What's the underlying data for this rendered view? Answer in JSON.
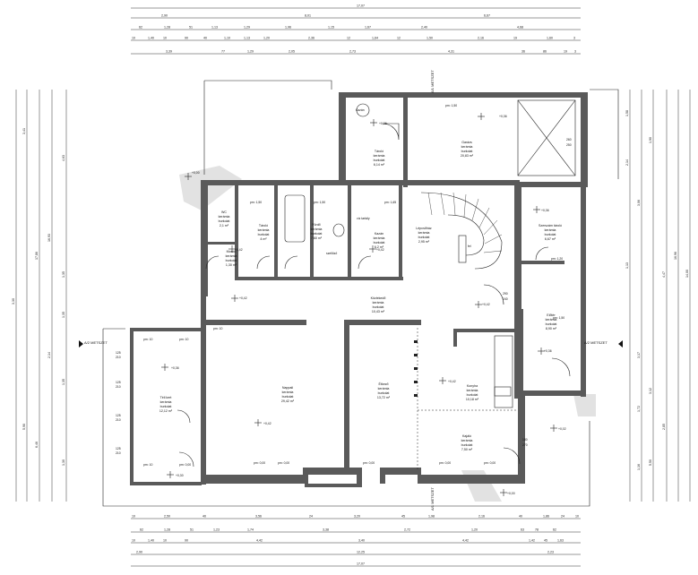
{
  "dimensions": {
    "top": [
      [
        "17,07"
      ],
      [
        "2,90",
        "8,01",
        "6,67"
      ],
      [
        "62",
        "1,28",
        "51",
        "1,13",
        "1,29",
        "1,96",
        "1,15",
        "1,67",
        "2,40",
        "4,68"
      ],
      [
        "10",
        "1,40",
        "10",
        "90",
        "40",
        "1,10",
        "1,13",
        "1,20",
        "2,36",
        "12",
        "1,64",
        "12",
        "1,50",
        "2,16",
        "19",
        "1,60",
        "3"
      ],
      [
        "3,39",
        "77",
        "1,29",
        "2,05",
        "2,73",
        "4,31",
        "36",
        "86",
        "19",
        "3"
      ]
    ],
    "bottom": [
      [
        "10",
        "2,50",
        "40",
        "3,56",
        "24",
        "3,20",
        "45",
        "1,98",
        "2,16",
        "40",
        "1,86",
        "24",
        "10"
      ],
      [
        "62",
        "1,28",
        "51",
        "1,23",
        "1,74",
        "3,38",
        "2,72",
        "1,20",
        "63",
        "78",
        "62"
      ],
      [
        "10",
        "1,40",
        "10",
        "90",
        "4,42",
        "3,40",
        "4,42",
        "1,42",
        "45",
        "1,63"
      ],
      [
        "2,90",
        "12,25",
        "2,23"
      ],
      [
        "17,07"
      ]
    ],
    "left": [
      "3,30",
      "3,41",
      "5,90",
      "17,86",
      "6,46",
      "16,93",
      "2,14",
      "4,63",
      "1,35",
      "1,35",
      "1,35",
      "1,30"
    ],
    "right": [
      "1,58",
      "2,14",
      "1,13",
      "3,06",
      "3,17",
      "1,90",
      "4,47",
      "16,96",
      "14,00",
      "2,85",
      "1,72",
      "3,12",
      "5,50",
      "1,16"
    ]
  },
  "section_markers": {
    "top": "A/1 METSZET",
    "bottom": "A/1 METSZET",
    "left": "A/2 METSZET",
    "right": "A/2 METSZET"
  },
  "rooms": [
    {
      "name": "Tároló",
      "floor": "kerámia",
      "finish": "burkolat",
      "area": "6,14 m²"
    },
    {
      "name": "Garázs",
      "floor": "kerámia",
      "finish": "burkolat",
      "area": "20,83 m²"
    },
    {
      "name": "WC",
      "floor": "kerámia",
      "finish": "burkolat",
      "area": "2,1 m²"
    },
    {
      "name": "Tároló",
      "floor": "kerámia",
      "finish": "burkolat",
      "area": "4 m²"
    },
    {
      "name": "Fürdő",
      "floor": "kerámia",
      "finish": "burkolat",
      "area": "7,60 m²"
    },
    {
      "name": "Kazán",
      "floor": "kerámia",
      "finish": "burkolat",
      "area": "6,2 m²"
    },
    {
      "name": "Lépcsőház",
      "floor": "kerámia",
      "finish": "burkolat",
      "area": "2,95 m²"
    },
    {
      "name": "Szerszám tároló",
      "floor": "kerámia",
      "finish": "burkolat",
      "area": "6,67 m²"
    },
    {
      "name": "Mosdó",
      "floor": "kerámia",
      "finish": "burkolat",
      "area": "1,30 m²"
    },
    {
      "name": "Közlekedő",
      "floor": "kerámia",
      "finish": "burkolat",
      "area": "10,43 m²"
    },
    {
      "name": "Előtér",
      "floor": "kerámia",
      "finish": "burkolat",
      "area": "8,90 m²"
    },
    {
      "name": "Téli kert",
      "floor": "kerámia",
      "finish": "burkolat",
      "area": "12,12 m²"
    },
    {
      "name": "Nappali",
      "floor": "kerámia",
      "finish": "burkolat",
      "area": "29,42 m²"
    },
    {
      "name": "Étkező",
      "floor": "kerámia",
      "finish": "burkolat",
      "area": "13,72 m²"
    },
    {
      "name": "Konyha",
      "floor": "kerámia",
      "finish": "burkolat",
      "area": "10,18 m²"
    },
    {
      "name": "Kajáló",
      "floor": "kerámia",
      "finish": "burkolat",
      "area": "7,50 m²"
    }
  ],
  "levels": {
    "terrace": "+0,00",
    "plus36": "+0,36",
    "plus42": "+0,42",
    "minus02": "+0,02",
    "plus30": "+0,30"
  },
  "tags": {
    "parapet_10": "pm: 10",
    "parapet_0": "pm: 0,00",
    "window_150": "pm: 1,50",
    "window_165": "pm: 1,65",
    "window_120": "pm: 1,20",
    "window_60": "pm: 0,60",
    "boiler": "Kazán",
    "water_tank": "víz tartály",
    "stair_up": "fel",
    "vent": "szellőző",
    "dims_125": "125",
    "dims_210": "210",
    "dims_260": "260",
    "dims_250": "250",
    "dims_290": "290",
    "dims_240": "240",
    "dims_180": "180",
    "dims_270": "270"
  }
}
